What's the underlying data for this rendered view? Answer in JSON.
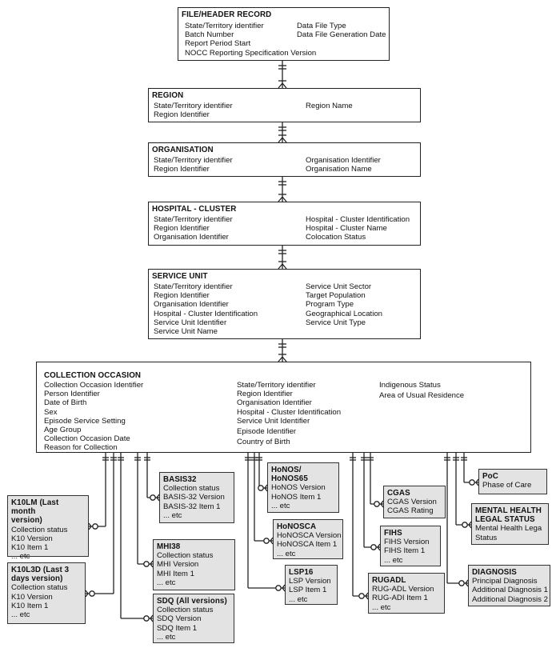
{
  "header": {
    "title": "FILE/HEADER RECORD",
    "col1": [
      "State/Territory identifier",
      "Batch Number",
      "Report Period Start",
      "NOCC Reporting Specification Version"
    ],
    "col2": [
      "Data File Type",
      "Data File Generation Date"
    ]
  },
  "region": {
    "title": "REGION",
    "col1": [
      "State/Territory identifier",
      "Region Identifier"
    ],
    "col2": [
      "Region Name"
    ]
  },
  "organisation": {
    "title": "ORGANISATION",
    "col1": [
      "State/Territory identifier",
      "Region Identifier"
    ],
    "col2": [
      "Organisation Identifier",
      "Organisation Name"
    ]
  },
  "hospital": {
    "title": "HOSPITAL - CLUSTER",
    "col1": [
      "State/Territory identifier",
      "Region Identifier",
      "Organisation Identifier"
    ],
    "col2": [
      "Hospital - Cluster Identification",
      "Hospital - Cluster Name",
      "Colocation Status"
    ]
  },
  "service_unit": {
    "title": "SERVICE UNIT",
    "col1": [
      "State/Territory identifier",
      "Region Identifier",
      "Organisation Identifier",
      "Hospital - Cluster Identification",
      "Service Unit Identifier",
      "Service Unit Name"
    ],
    "col2": [
      "Service Unit Sector",
      "Target Population",
      "Program Type",
      "Geographical Location",
      "Service Unit Type"
    ]
  },
  "collection": {
    "title": "COLLECTION OCCASION",
    "col1": [
      "Collection Occasion Identifier",
      "Person Identifier",
      "Date of Birth",
      "Sex",
      "Episode Service Setting",
      "Age Group",
      "Collection Occasion Date",
      "Reason for Collection"
    ],
    "col2": [
      "State/Territory identifier",
      "Region Identifier",
      "Organisation Identifier",
      "Hospital - Cluster Identification",
      "Service Unit Identifier",
      "Episode Identifier",
      "Country of Birth"
    ],
    "col3": [
      "Indigenous Status",
      "Area of Usual Residence"
    ]
  },
  "k10lm": {
    "title": [
      "K10LM (Last month",
      "version)"
    ],
    "items": [
      "Collection status",
      "K10 Version",
      "K10 Item 1",
      "... etc"
    ]
  },
  "k10l3d": {
    "title": [
      "K10L3D (Last 3",
      "days version)"
    ],
    "items": [
      "Collection status",
      "K10 Version",
      "K10 Item 1",
      "... etc"
    ]
  },
  "basis32": {
    "title": [
      "BASIS32"
    ],
    "items": [
      "Collection status",
      "BASIS-32 Version",
      "BASIS-32 Item 1",
      "... etc"
    ]
  },
  "mhi38": {
    "title": [
      "MHI38"
    ],
    "items": [
      "Collection status",
      "MHI Version",
      "MHI Item 1",
      "... etc"
    ]
  },
  "sdq": {
    "title": [
      "SDQ (All versions)"
    ],
    "items": [
      "Collection status",
      "SDQ Version",
      "SDQ Item 1",
      "... etc"
    ]
  },
  "honos": {
    "title": [
      "HoNOS/",
      "HoNOS65"
    ],
    "items": [
      "HoNOS Version",
      "HoNOS Item 1",
      "... etc"
    ]
  },
  "honosca": {
    "title": [
      "HoNOSCA"
    ],
    "items": [
      "HoNOSCA Version",
      "HoNOSCA Item 1",
      "... etc"
    ]
  },
  "lsp16": {
    "title": [
      "LSP16"
    ],
    "items": [
      "LSP Version",
      "LSP Item 1",
      "... etc"
    ]
  },
  "cgas": {
    "title": [
      "CGAS"
    ],
    "items": [
      "CGAS Version",
      "CGAS Rating"
    ]
  },
  "fihs": {
    "title": [
      "FIHS"
    ],
    "items": [
      "FIHS Version",
      "FIHS Item 1",
      "... etc"
    ]
  },
  "rugadl": {
    "title": [
      "RUGADL"
    ],
    "items": [
      "RUG-ADL Version",
      "RUG-ADI  Item 1",
      "... etc"
    ]
  },
  "poc": {
    "title": [
      "PoC"
    ],
    "items": [
      "Phase of Care"
    ]
  },
  "mhls": {
    "title": [
      "MENTAL HEALTH",
      "LEGAL STATUS"
    ],
    "items": [
      "Mental Health Lega",
      "Status"
    ]
  },
  "diagnosis": {
    "title": [
      "DIAGNOSIS"
    ],
    "items": [
      "Principal Diagnosis",
      "Additional Diagnosis 1",
      "Additional Diagnosis 2"
    ]
  }
}
